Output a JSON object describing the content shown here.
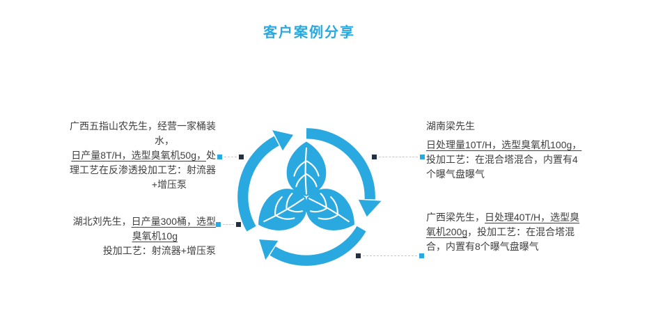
{
  "title": "客户案例分享",
  "colors": {
    "accent": "#29A9E0",
    "text": "#3f3f3f",
    "dash": "#c8c8c8",
    "dark_square": "#233044"
  },
  "graphic": {
    "icon": "recycle-leaves-icon"
  },
  "cases": [
    {
      "position": "top-left",
      "lines": [
        {
          "segs": [
            {
              "t": "广西五指山农先生，经营一家桶装"
            }
          ]
        },
        {
          "segs": [
            {
              "t": "水，"
            }
          ],
          "pad": 60
        },
        {
          "segs": [
            {
              "t": "日产量8T/H，选型臭氧机50g，",
              "u": true
            },
            {
              "t": "处"
            }
          ]
        },
        {
          "segs": [
            {
              "t": "理工艺在反渗透投加工艺：射流器"
            }
          ]
        },
        {
          "segs": [
            {
              "t": "+增压泵"
            }
          ],
          "pad": 42
        }
      ]
    },
    {
      "position": "top-right",
      "lines": [
        {
          "segs": [
            {
              "t": "湖南梁先生"
            }
          ]
        },
        {
          "segs": [
            {
              "t": "日处理量10T/H，选型臭氧机100g，",
              "u": true
            }
          ],
          "gap": 6
        },
        {
          "segs": [
            {
              "t": "投加工艺：在混合塔混合，内置有4"
            }
          ]
        },
        {
          "segs": [
            {
              "t": "个曝气盘曝气"
            }
          ]
        }
      ]
    },
    {
      "position": "bottom-left",
      "lines": [
        {
          "segs": [
            {
              "t": "湖北刘先生，"
            },
            {
              "t": "日产量300桶，选型",
              "u": true
            }
          ]
        },
        {
          "segs": [
            {
              "t": "臭氧机10g",
              "u": true
            }
          ],
          "pad": 55
        },
        {
          "segs": [
            {
              "t": "投加工艺：射流器+增压泵"
            }
          ]
        }
      ]
    },
    {
      "position": "bottom-right",
      "lines": [
        {
          "segs": [
            {
              "t": "广西梁先生，"
            },
            {
              "t": "日处理40T/H，选型臭",
              "u": true
            }
          ]
        },
        {
          "segs": [
            {
              "t": "氧机200g",
              "u": true
            },
            {
              "t": "，投加工艺：在混合塔混"
            }
          ]
        },
        {
          "segs": [
            {
              "t": "合，内置有8个曝气盘曝气"
            }
          ]
        }
      ]
    }
  ]
}
